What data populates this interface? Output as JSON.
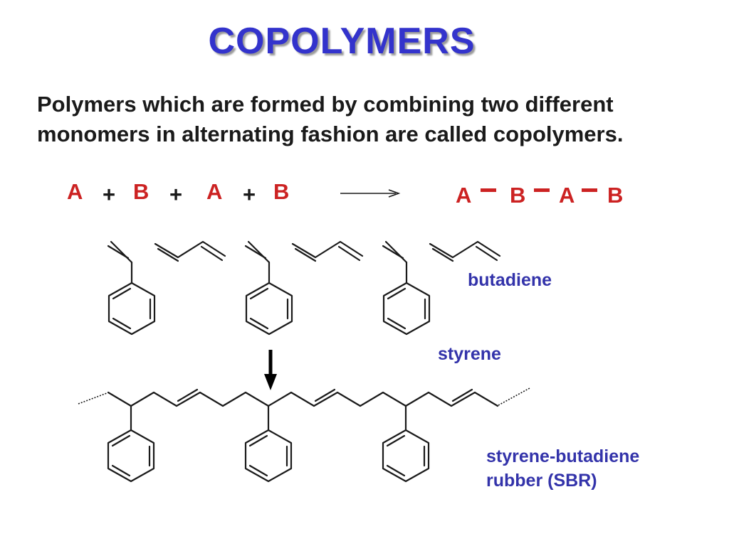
{
  "title": "COPOLYMERS",
  "description": {
    "line1": "Polymers which are formed by combining two different",
    "line2": "monomers in alternating fashion are called copolymers."
  },
  "equation": {
    "reactants": [
      "A",
      "B",
      "A",
      "B"
    ],
    "operator": "+",
    "products": [
      "A",
      "B",
      "A",
      "B"
    ]
  },
  "labels": {
    "butadiene": "butadiene",
    "styrene": "styrene",
    "sbr_line1": "styrene-butadiene",
    "sbr_line2": "rubber (SBR)"
  },
  "colors": {
    "title": "#3333cc",
    "monomer_letters": "#cc2222",
    "bond_dash": "#cc2222",
    "labels": "#3333aa",
    "text": "#1a1a1a"
  }
}
